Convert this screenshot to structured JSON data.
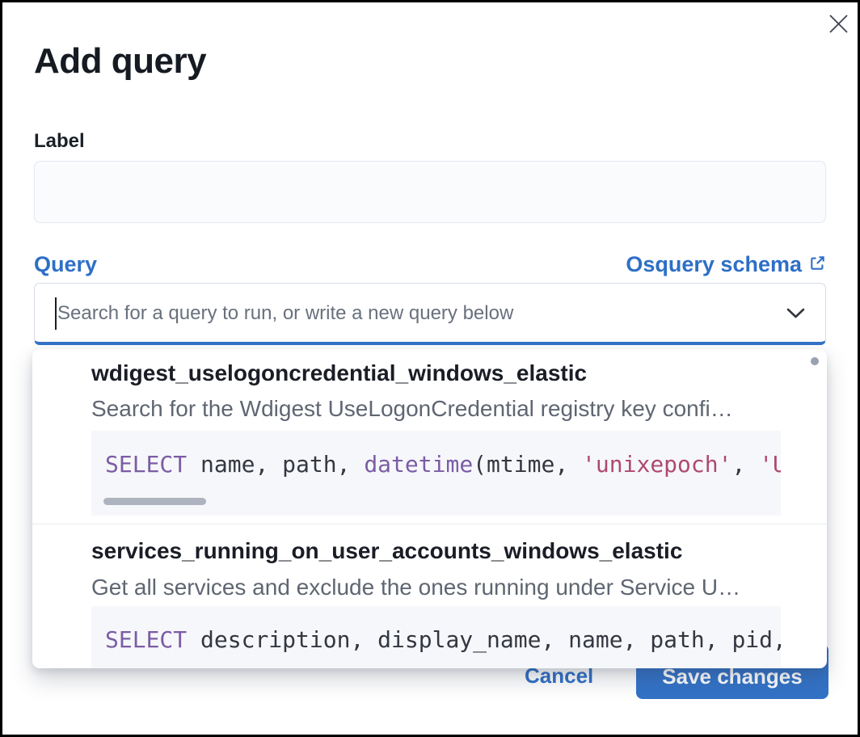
{
  "modal": {
    "title": "Add query",
    "cancel_label": "Cancel",
    "save_label": "Save changes"
  },
  "label_field": {
    "label": "Label",
    "value": "",
    "placeholder": ""
  },
  "query_field": {
    "label": "Query",
    "schema_link_label": "Osquery schema",
    "placeholder": "Search for a query to run, or write a new query below",
    "value": ""
  },
  "dropdown_options": [
    {
      "title": "wdigest_uselogoncredential_windows_elastic",
      "description": "Search for the Wdigest UseLogonCredential registry key confi…",
      "code_tokens": [
        {
          "t": "kw",
          "v": "SELECT"
        },
        {
          "t": "plain",
          "v": " name, path, "
        },
        {
          "t": "fn",
          "v": "datetime"
        },
        {
          "t": "plain",
          "v": "(mtime, "
        },
        {
          "t": "str",
          "v": "'unixepoch'"
        },
        {
          "t": "plain",
          "v": ", "
        },
        {
          "t": "str",
          "v": "'U"
        }
      ],
      "has_horizontal_scrollbar": true
    },
    {
      "title": "services_running_on_user_accounts_windows_elastic",
      "description": "Get all services and exclude the ones running under Service U…",
      "code_tokens": [
        {
          "t": "kw",
          "v": "SELECT"
        },
        {
          "t": "plain",
          "v": " description, display_name, name, path, pid,"
        }
      ],
      "has_horizontal_scrollbar": false
    }
  ],
  "icons": {
    "close": "close-x",
    "external_link": "external-link",
    "chevron": "chevron-down"
  },
  "colors": {
    "accent_blue": "#3273c8",
    "link_blue": "#2e6fc6",
    "keyword_purple": "#7b5ca5",
    "string_red": "#af496e",
    "code_text": "#343741",
    "code_bg": "#f6f7fa",
    "frame_border": "#000000"
  }
}
